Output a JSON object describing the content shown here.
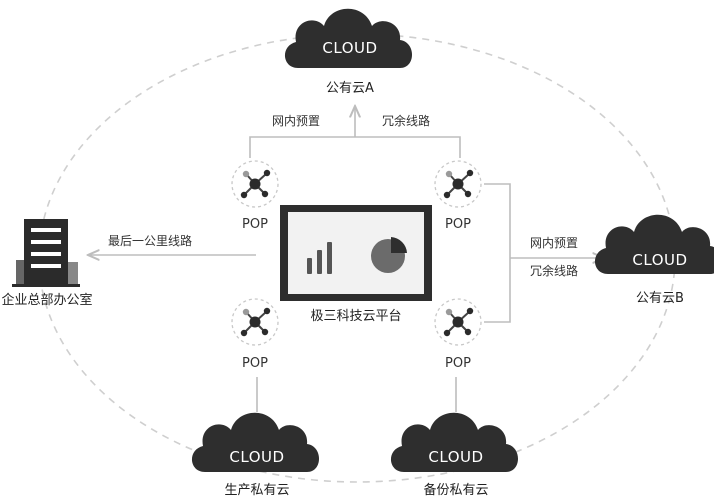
{
  "colors": {
    "cloud": "#2e2e2e",
    "line": "#bdbdbd",
    "dash": "#cfcfcf",
    "building": "#2b2b2b",
    "screen_bg": "#f2f2f2",
    "icon_gray": "#555555"
  },
  "clouds": {
    "public_a": {
      "text": "CLOUD",
      "label": "公有云A"
    },
    "public_b": {
      "text": "CLOUD",
      "label": "公有云B"
    },
    "production": {
      "text": "CLOUD",
      "label": "生产私有云"
    },
    "backup": {
      "text": "CLOUD",
      "label": "备份私有云"
    }
  },
  "pops": {
    "top_left": "POP",
    "top_right": "POP",
    "bottom_left": "POP",
    "bottom_right": "POP"
  },
  "platform": {
    "label": "极三科技云平台",
    "icon": "dashboard-chart-icon"
  },
  "office": {
    "label": "企业总部办公室",
    "icon": "building-icon"
  },
  "links": {
    "top_left": "网内预置",
    "top_right": "冗余线路",
    "right_top": "网内预置",
    "right_bottom": "冗余线路",
    "office": "最后一公里线路"
  }
}
